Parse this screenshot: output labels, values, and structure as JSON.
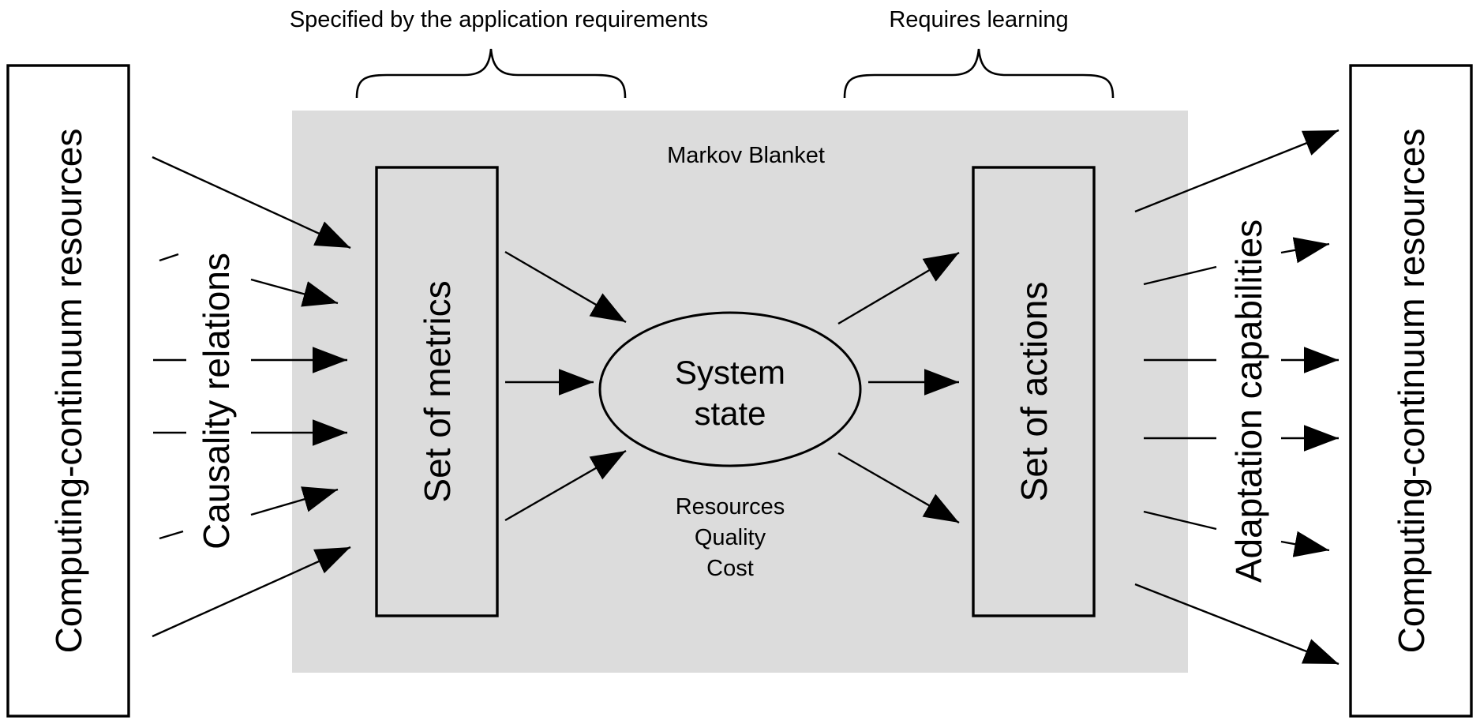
{
  "brace_labels": {
    "left": "Specified by the application requirements",
    "right": "Requires learning"
  },
  "blanket": {
    "label": "Markov Blanket",
    "fill": "#dcdcdc"
  },
  "left_resource": {
    "label": "Computing-continuum resources"
  },
  "right_resource": {
    "label": "Computing-continuum resources"
  },
  "causality": {
    "label": "Causality relations"
  },
  "adaptation": {
    "label": "Adaptation capabilities"
  },
  "metrics": {
    "label": "Set of metrics"
  },
  "actions": {
    "label": "Set of actions"
  },
  "state": {
    "label_line1": "System",
    "label_line2": "state"
  },
  "state_properties": [
    "Resources",
    "Quality",
    "Cost"
  ]
}
